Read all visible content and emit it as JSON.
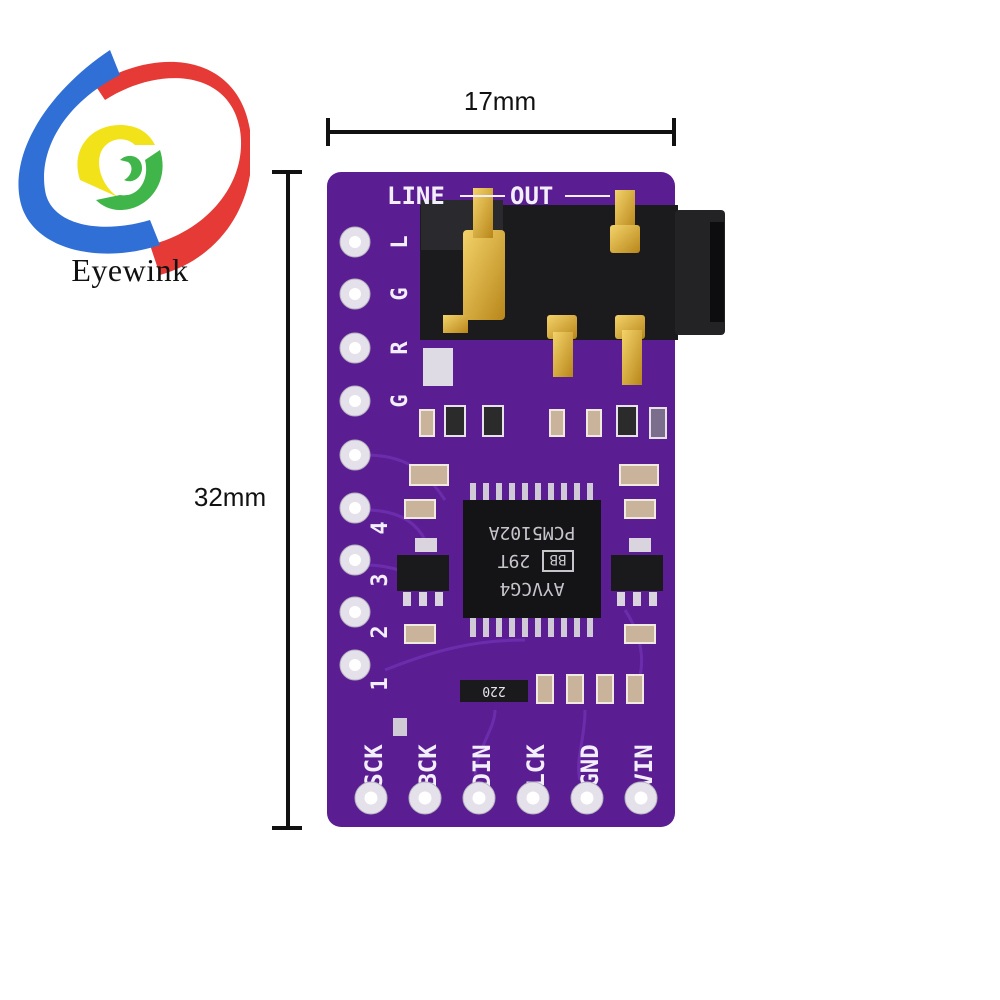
{
  "brand": {
    "name": "Eyewink"
  },
  "dimensions": {
    "width_label": "17mm",
    "height_label": "32mm"
  },
  "board": {
    "header_label_left": "LINE",
    "header_label_right": "OUT",
    "side_labels": [
      "L",
      "G",
      "R",
      "G"
    ],
    "side_numbers": [
      "4",
      "3",
      "2",
      "1"
    ],
    "pins": [
      "SCK",
      "BCK",
      "DIN",
      "LCK",
      "GND",
      "VIN"
    ],
    "chip_lines": [
      "AYVCG4",
      "29T",
      "PCM5102A"
    ],
    "chip_logo": "BB",
    "resistor_label": "220",
    "colors": {
      "pcb": "#5a1e92",
      "gold": "#d9a928",
      "silkscreen": "#f3eefc"
    }
  }
}
